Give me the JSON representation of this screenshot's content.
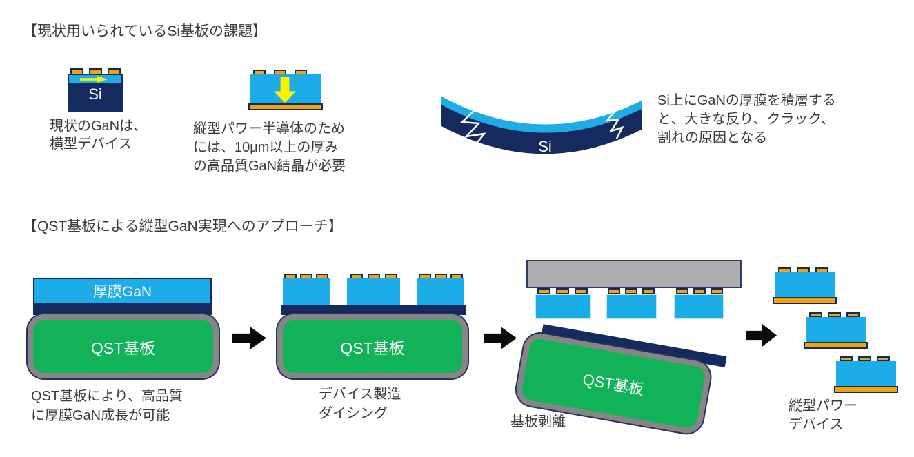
{
  "colors": {
    "navy": "#152a5f",
    "cyan": "#1CACE8",
    "green": "#12B259",
    "substrate_border_gray": "#868686",
    "carrier_gray": "#AEAEAE",
    "contact_orange": "#F0A30A",
    "arrow_yellow": "#FFF100",
    "flow_arrow_black": "#0a0a0a",
    "text": "#3b3b3b",
    "chip_pale_border": "#BEE8F8"
  },
  "section1": {
    "title": "【現状用いられているSi基板の課題】",
    "lateral": {
      "substrate_label": "Si",
      "caption": [
        "現状のGaNは、",
        "横型デバイス"
      ]
    },
    "vertical": {
      "caption": [
        "縦型パワー半導体のため",
        "には、10μm以上の厚み",
        "の高品質GaN結晶が必要"
      ]
    },
    "warp": {
      "substrate_label": "Si",
      "caption": [
        "Si上にGaNの厚膜を積層する",
        "と、大きな反り、クラック、",
        "割れの原因となる"
      ]
    }
  },
  "section2": {
    "title": "【QST基板による縦型GaN実現へのアプローチ】",
    "step1": {
      "layer_label": "厚膜GaN",
      "substrate_label": "QST基板",
      "caption": [
        "QST基板により、高品質",
        "に厚膜GaN成長が可能"
      ]
    },
    "step2": {
      "substrate_label": "QST基板",
      "caption": [
        "デバイス製造",
        "ダイシング"
      ]
    },
    "step3": {
      "substrate_label": "QST基板",
      "caption": [
        "基板剥離"
      ]
    },
    "step4": {
      "caption": [
        "縦型パワー",
        "デバイス"
      ]
    }
  }
}
